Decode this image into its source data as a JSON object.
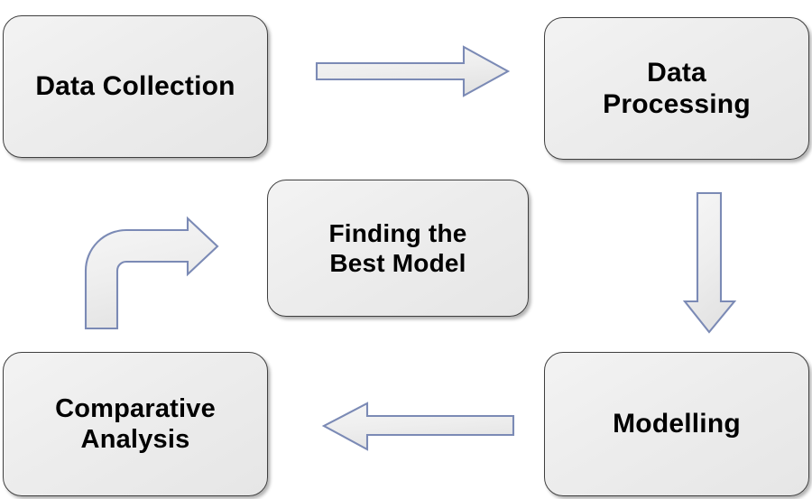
{
  "diagram": {
    "title": "Research methodology flowchart",
    "background_color": "#ffffff",
    "node_fill_color": "#ededed",
    "node_border_color": "#3f3f3f",
    "arrow_fill_color": "#ececec",
    "arrow_border_color": "#7b8ab5",
    "text_color": "#000000"
  },
  "nodes": [
    {
      "id": "data-collection",
      "label": "Data Collection",
      "row": "top",
      "column": "left"
    },
    {
      "id": "data-processing",
      "label": "Data\nProcessing",
      "row": "top",
      "column": "right"
    },
    {
      "id": "finding-the-best-model",
      "label": "Finding the\nBest Model",
      "row": "middle",
      "column": "center"
    },
    {
      "id": "comparative-analysis",
      "label": "Comparative\nAnalysis",
      "row": "bottom",
      "column": "left"
    },
    {
      "id": "modelling",
      "label": "Modelling",
      "row": "bottom",
      "column": "right"
    }
  ],
  "arrows": [
    {
      "id": "arrow-collection-to-processing",
      "direction": "right",
      "from": "data-collection",
      "to": "data-processing"
    },
    {
      "id": "arrow-processing-to-modelling",
      "direction": "down",
      "from": "data-processing",
      "to": "modelling"
    },
    {
      "id": "arrow-modelling-to-comparative",
      "direction": "left",
      "from": "modelling",
      "to": "comparative-analysis"
    },
    {
      "id": "arrow-comparative-to-best-model",
      "direction": "curved-up-right",
      "from": "comparative-analysis",
      "to": "finding-the-best-model"
    }
  ]
}
